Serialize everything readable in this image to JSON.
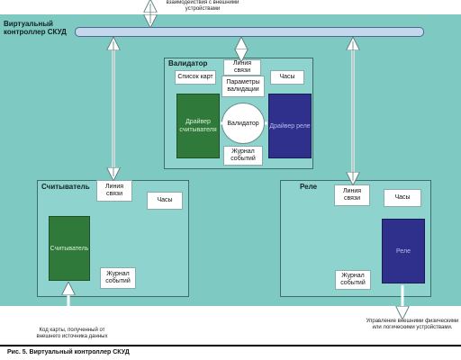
{
  "top_note": "взаимодействия с внешними устройствами",
  "virtual_controller": "Виртуальный контроллер СКУД",
  "validator": {
    "title": "Валидатор",
    "comm_line": "Линия связи",
    "card_list": "Список карт",
    "validation_params": "Параметры валидации",
    "clock": "Часы",
    "reader_driver": "Драйвер считывателя",
    "validator_core": "Валидатор",
    "relay_driver": "Драйвер реле",
    "event_log": "Журнал событий"
  },
  "reader": {
    "title": "Считыватель",
    "comm_line": "Линия связи",
    "clock": "Часы",
    "device": "Считыватель",
    "event_log": "Журнал событий"
  },
  "relay": {
    "title": "Реле",
    "comm_line": "Линия связи",
    "clock": "Часы",
    "device": "Реле",
    "event_log": "Журнал событий"
  },
  "bottom_left_note": "Код карты, полученный от внешнего источника данных",
  "bottom_right_note": "Управление внешними физическими или логическими устройствами.",
  "caption": "Рис. 5. Виртуальный контроллер СКУД",
  "colors": {
    "background": "#7fc9c3",
    "panel": "#8ed3cd",
    "green_block": "#2f7a3a",
    "navy_block": "#2f2f8c",
    "bus": "#c5d7ec"
  }
}
